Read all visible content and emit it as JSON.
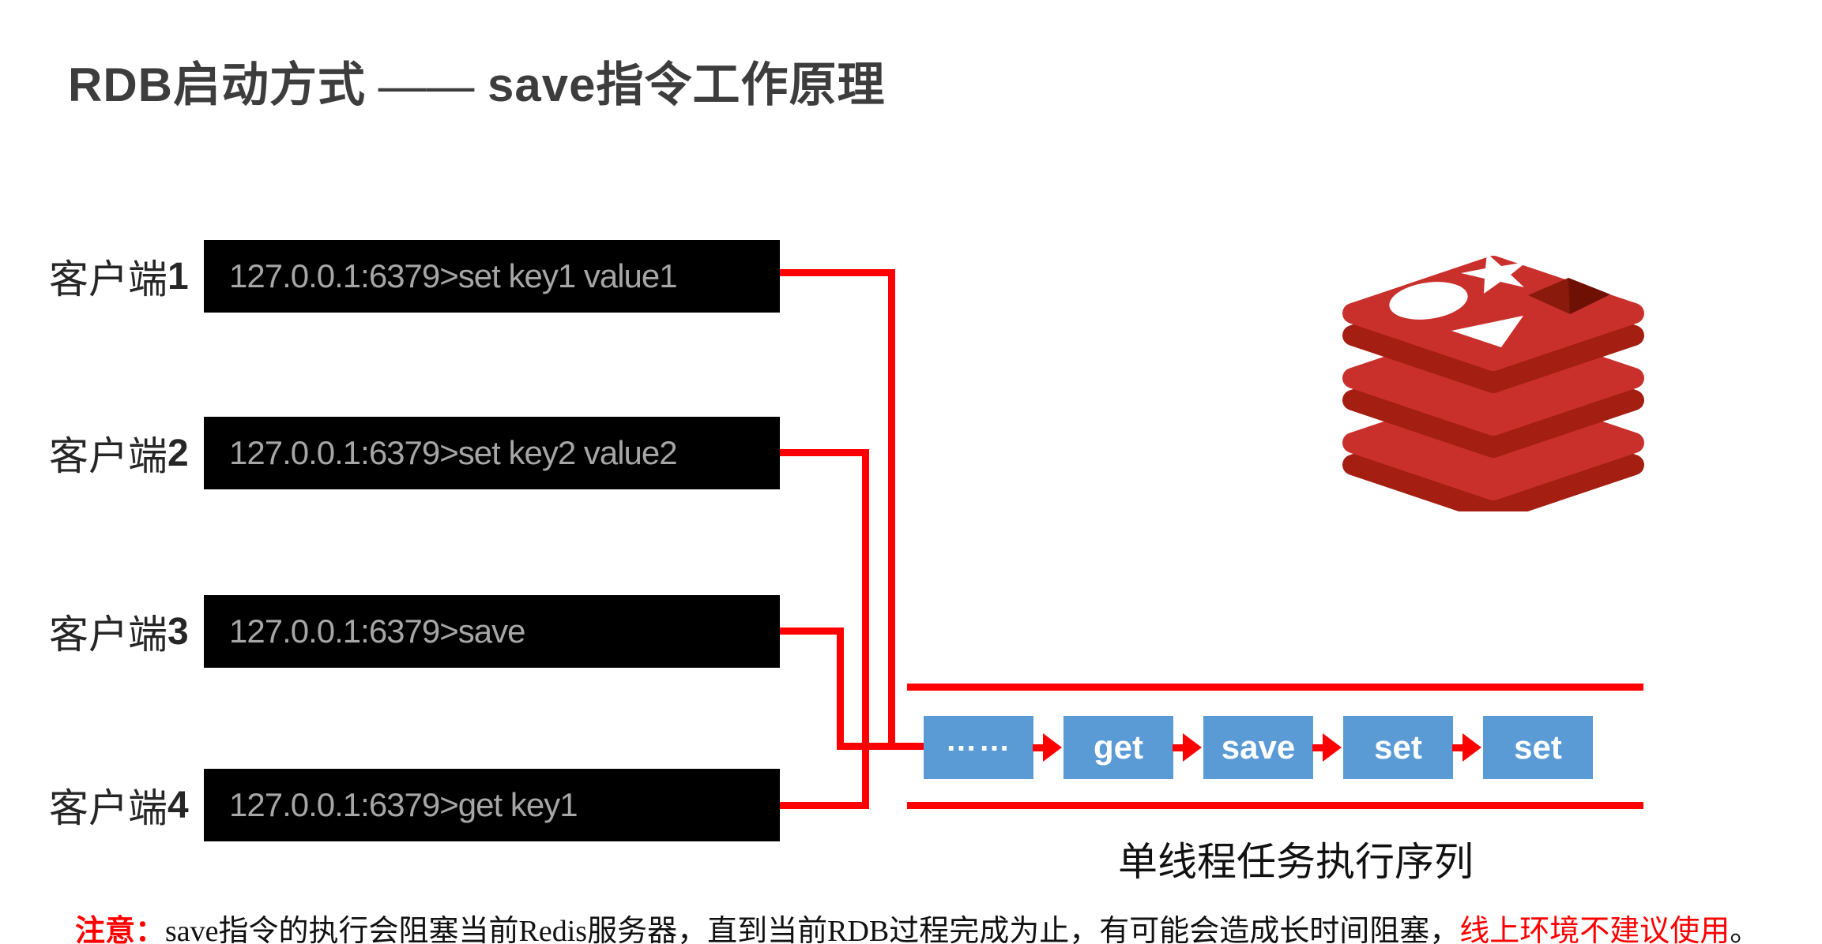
{
  "title": {
    "part_rdb": "RDB",
    "part_cn1": "启动方式 —— ",
    "part_save": "save",
    "part_cn2": "指令工作原理"
  },
  "clients": [
    {
      "name": "客户端",
      "index": "1",
      "command": "127.0.0.1:6379>set key1 value1"
    },
    {
      "name": "客户端",
      "index": "2",
      "command": "127.0.0.1:6379>set key2 value2"
    },
    {
      "name": "客户端",
      "index": "3",
      "command": "127.0.0.1:6379>save"
    },
    {
      "name": "客户端",
      "index": "4",
      "command": "127.0.0.1:6379>get key1"
    }
  ],
  "queue": {
    "tasks": [
      "……",
      "get",
      "save",
      "set",
      "set"
    ],
    "caption": "单线程任务执行序列"
  },
  "note": {
    "prefix": "注意：",
    "body": "save指令的执行会阻塞当前Redis服务器，直到当前RDB过程完成为止，有可能会造成长时间阻塞，",
    "highlight": "线上环境不建议使用",
    "suffix": "。"
  },
  "icons": {
    "flow_arrow": "right-arrow",
    "redis_logo": "redis-stack-logo"
  },
  "colors": {
    "line_red": "#ff0000",
    "queue_blue": "#5b9bd5",
    "terminal_bg": "#000000",
    "terminal_text": "#a6a6a6",
    "title_text": "#3d3d3d",
    "redis_red": "#c9302c",
    "redis_dark_red": "#a41e11",
    "redis_hole": "#8a1a0c"
  }
}
